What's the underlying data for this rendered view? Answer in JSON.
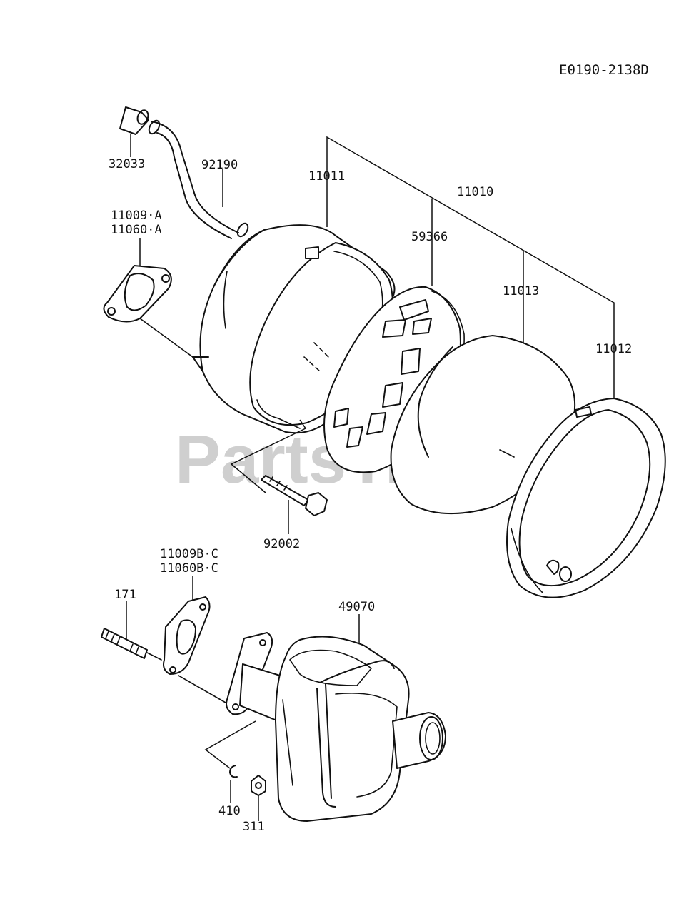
{
  "diagram_code": "E0190-2138D",
  "watermark": "PartsTree",
  "watermark_tm": "™",
  "parts": [
    {
      "id": "p32033",
      "label": "32033"
    },
    {
      "id": "p92190",
      "label": "92190"
    },
    {
      "id": "p11009a",
      "label": "11009·A"
    },
    {
      "id": "p11060a",
      "label": "11060·A"
    },
    {
      "id": "p11011",
      "label": "11011"
    },
    {
      "id": "p11010",
      "label": "11010"
    },
    {
      "id": "p59366",
      "label": "59366"
    },
    {
      "id": "p11013",
      "label": "11013"
    },
    {
      "id": "p11012",
      "label": "11012"
    },
    {
      "id": "p92002",
      "label": "92002"
    },
    {
      "id": "p11009bc",
      "label": "11009B·C"
    },
    {
      "id": "p11060bc",
      "label": "11060B·C"
    },
    {
      "id": "p171",
      "label": "171"
    },
    {
      "id": "p49070",
      "label": "49070"
    },
    {
      "id": "p410",
      "label": "410"
    },
    {
      "id": "p311",
      "label": "311"
    }
  ]
}
